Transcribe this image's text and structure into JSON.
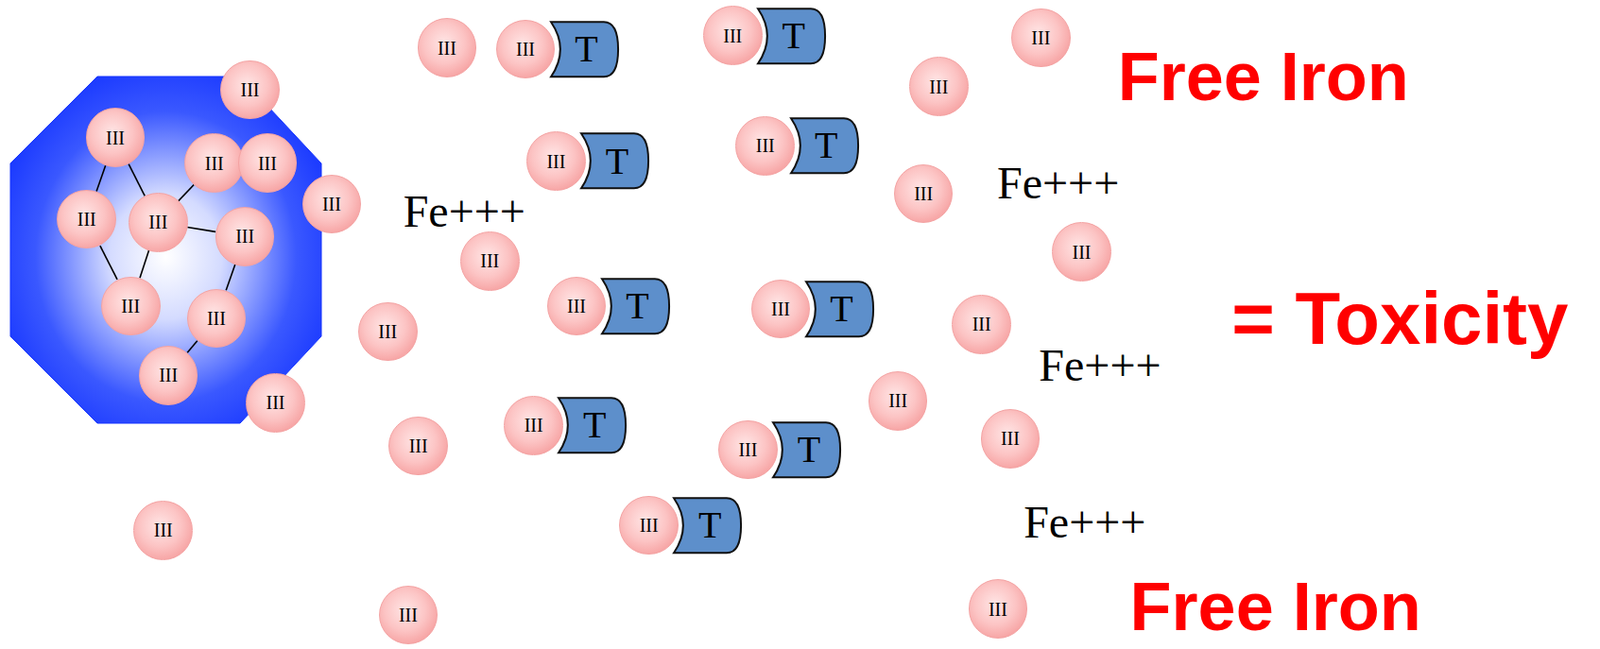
{
  "diagram": {
    "nodes": [
      {
        "text": [
          "III"
        ]
      },
      {
        "text": [
          "III"
        ]
      },
      {
        "text": [
          "III"
        ]
      },
      {
        "text": [
          "III"
        ]
      },
      {
        "text": [
          "III"
        ]
      },
      {
        "text": [
          "III"
        ]
      },
      {
        "text": [
          "III"
        ]
      },
      {
        "text": [
          "III"
        ]
      },
      {
        "text": [
          "III"
        ]
      },
      {
        "text": [
          "III"
        ]
      },
      {
        "text": [
          "III"
        ]
      },
      {
        "text": [
          "III"
        ]
      },
      {
        "text": [
          "III"
        ]
      },
      {
        "text": [
          "III"
        ]
      },
      {
        "text": [
          "T"
        ]
      },
      {
        "text": [
          "III"
        ]
      },
      {
        "text": [
          "T"
        ]
      },
      {
        "text": [
          "III"
        ]
      },
      {
        "text": [
          "III"
        ]
      },
      {
        "text": [
          "III"
        ]
      },
      {
        "text": [
          "T"
        ]
      },
      {
        "text": [
          "III"
        ]
      },
      {
        "text": [
          "T"
        ]
      },
      {
        "text": [
          "III"
        ]
      },
      {
        "text": [
          "III"
        ]
      },
      {
        "text": [
          "III"
        ]
      },
      {
        "text": [
          "III"
        ]
      },
      {
        "text": [
          "T"
        ]
      },
      {
        "text": [
          "III"
        ]
      },
      {
        "text": [
          "T"
        ]
      },
      {
        "text": [
          "III"
        ]
      },
      {
        "text": [
          "III"
        ]
      },
      {
        "text": [
          "III"
        ]
      },
      {
        "text": [
          "III"
        ]
      },
      {
        "text": [
          "T"
        ]
      },
      {
        "text": [
          "III"
        ]
      },
      {
        "text": [
          "III"
        ]
      },
      {
        "text": [
          "III"
        ]
      },
      {
        "text": [
          "T"
        ]
      },
      {
        "text": [
          "III"
        ]
      },
      {
        "text": [
          "T"
        ]
      },
      {
        "text": [
          "III"
        ]
      },
      {
        "text": [
          "III"
        ]
      },
      {
        "text": [
          "III"
        ]
      }
    ],
    "edges": [
      {
        "from": 0,
        "to": 3,
        "arrow": "none"
      },
      {
        "from": 0,
        "to": 4,
        "arrow": "none"
      },
      {
        "from": 1,
        "to": 4,
        "arrow": "none"
      },
      {
        "from": 3,
        "to": 6,
        "arrow": "none"
      },
      {
        "from": 4,
        "to": 6,
        "arrow": "none"
      },
      {
        "from": 4,
        "to": 5,
        "arrow": "none"
      },
      {
        "from": 5,
        "to": 7,
        "arrow": "none"
      },
      {
        "from": 7,
        "to": 8,
        "arrow": "none"
      }
    ],
    "labels": [
      "Free Iron",
      "Fe+++",
      "Fe+++",
      "Fe+++",
      "= Toxicity",
      "Fe+++",
      "Free Iron"
    ]
  }
}
